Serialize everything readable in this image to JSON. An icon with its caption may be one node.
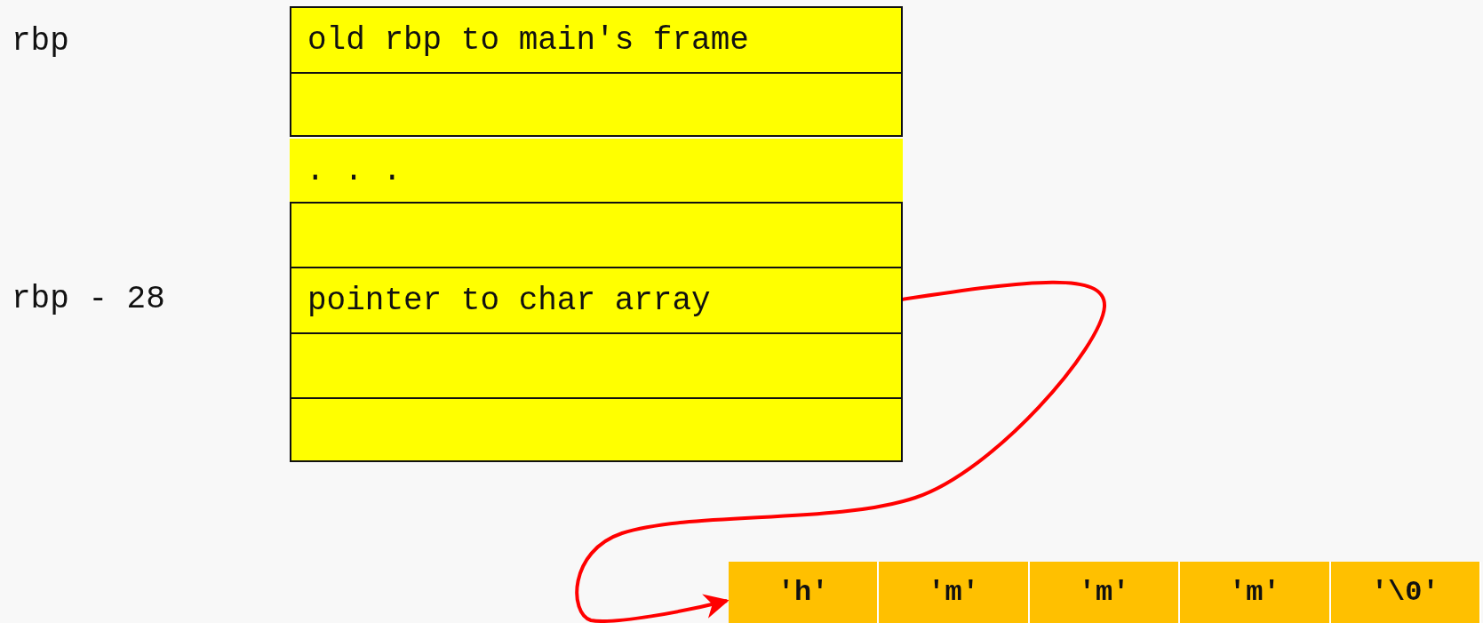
{
  "diagram": {
    "nodes": [
      {
        "text": [
          "old rbp to main's frame"
        ]
      },
      {
        "text": [],
        "shape": "box"
      },
      {
        "text": [
          ". . ."
        ]
      },
      {
        "text": [],
        "shape": "box"
      },
      {
        "text": [
          "pointer to char array"
        ]
      },
      {
        "text": [],
        "shape": "box"
      },
      {
        "text": [],
        "shape": "box"
      },
      {
        "text": [
          "'h'"
        ]
      },
      {
        "text": [
          "'m'"
        ]
      },
      {
        "text": [
          "'m'"
        ]
      },
      {
        "text": [
          "'m'"
        ]
      },
      {
        "text": [
          "'\\0'"
        ]
      }
    ],
    "edges": [
      {
        "from": 4,
        "to": 7,
        "arrow": "to",
        "color": "#ff0000"
      }
    ],
    "labels": [
      "rbp",
      "rbp - 28"
    ]
  }
}
